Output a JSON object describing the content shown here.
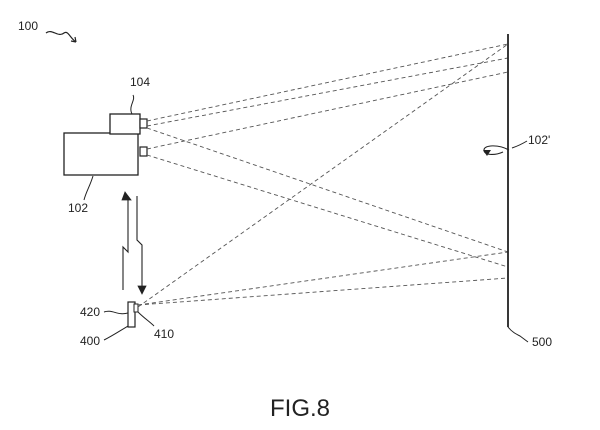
{
  "labels": {
    "system": "100",
    "camera_body": "102",
    "camera_lens_unit": "104",
    "rotation": "102'",
    "wall": "500",
    "device": "400",
    "device_part_a": "410",
    "device_part_b": "420"
  },
  "figure_caption": "FIG.8"
}
